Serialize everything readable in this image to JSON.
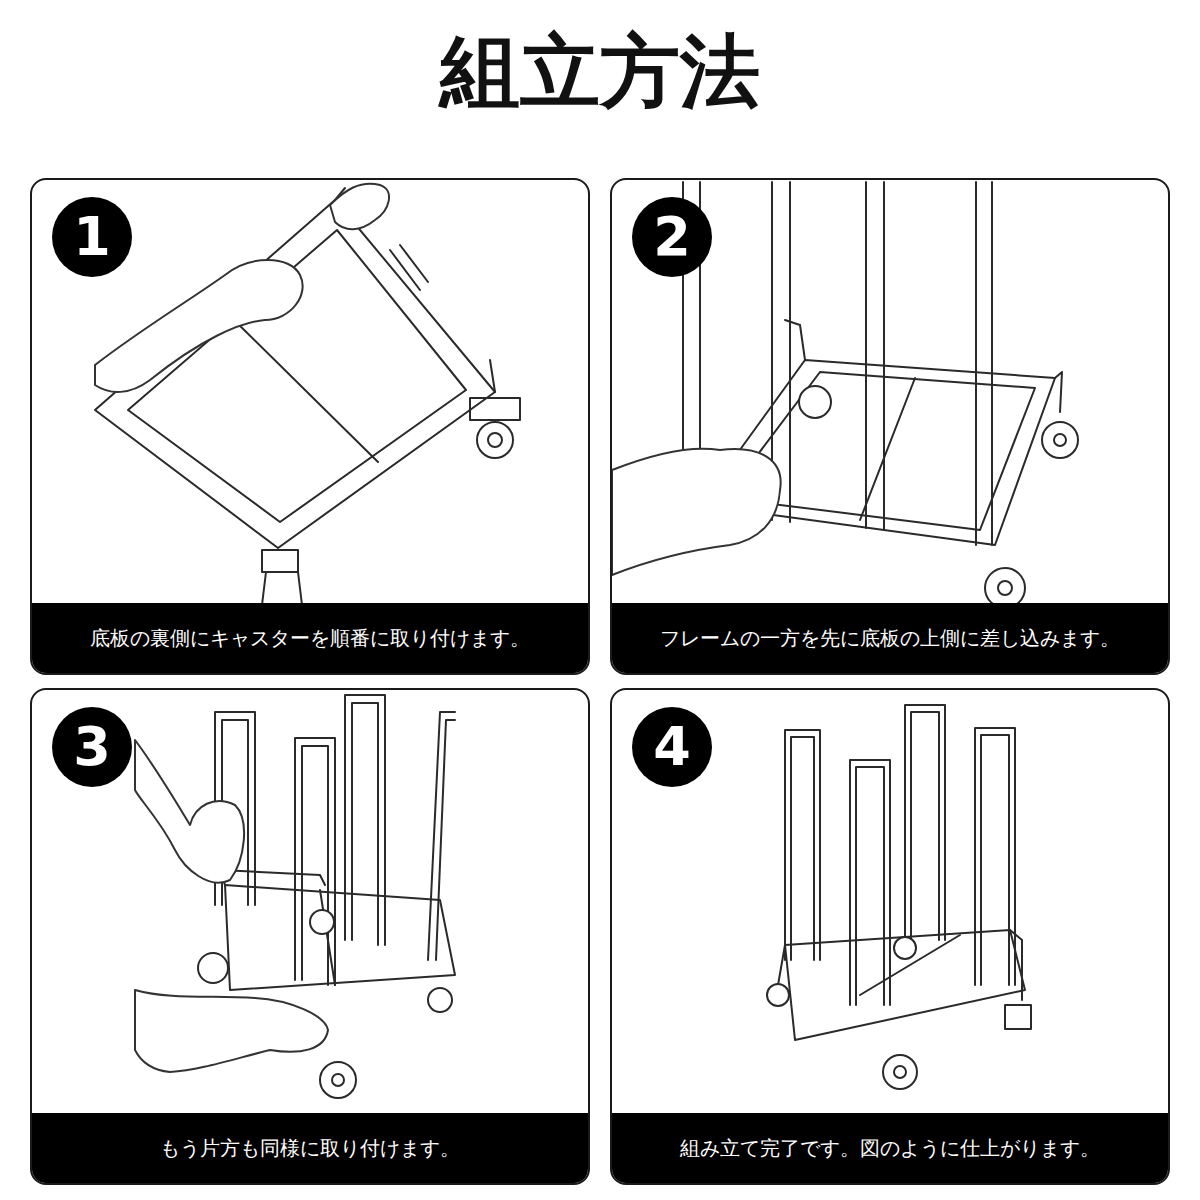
{
  "diagram": {
    "title": "組立方法",
    "nodes": [
      {
        "text": [
          "底板の裏側にキャスターを順番に取り付けます。"
        ]
      },
      {
        "text": [
          "1"
        ],
        "in": 0
      },
      {
        "text": [
          "フレームの一方を先に底板の上側に差し込みます。"
        ]
      },
      {
        "text": [
          "2"
        ],
        "in": 2
      },
      {
        "text": [
          "もう片方も同様に取り付けます。"
        ]
      },
      {
        "text": [
          "3"
        ],
        "in": 4
      },
      {
        "text": [
          "組み立て完了です。図のように仕上がります。"
        ]
      },
      {
        "text": [
          "4"
        ],
        "in": 6
      }
    ]
  }
}
